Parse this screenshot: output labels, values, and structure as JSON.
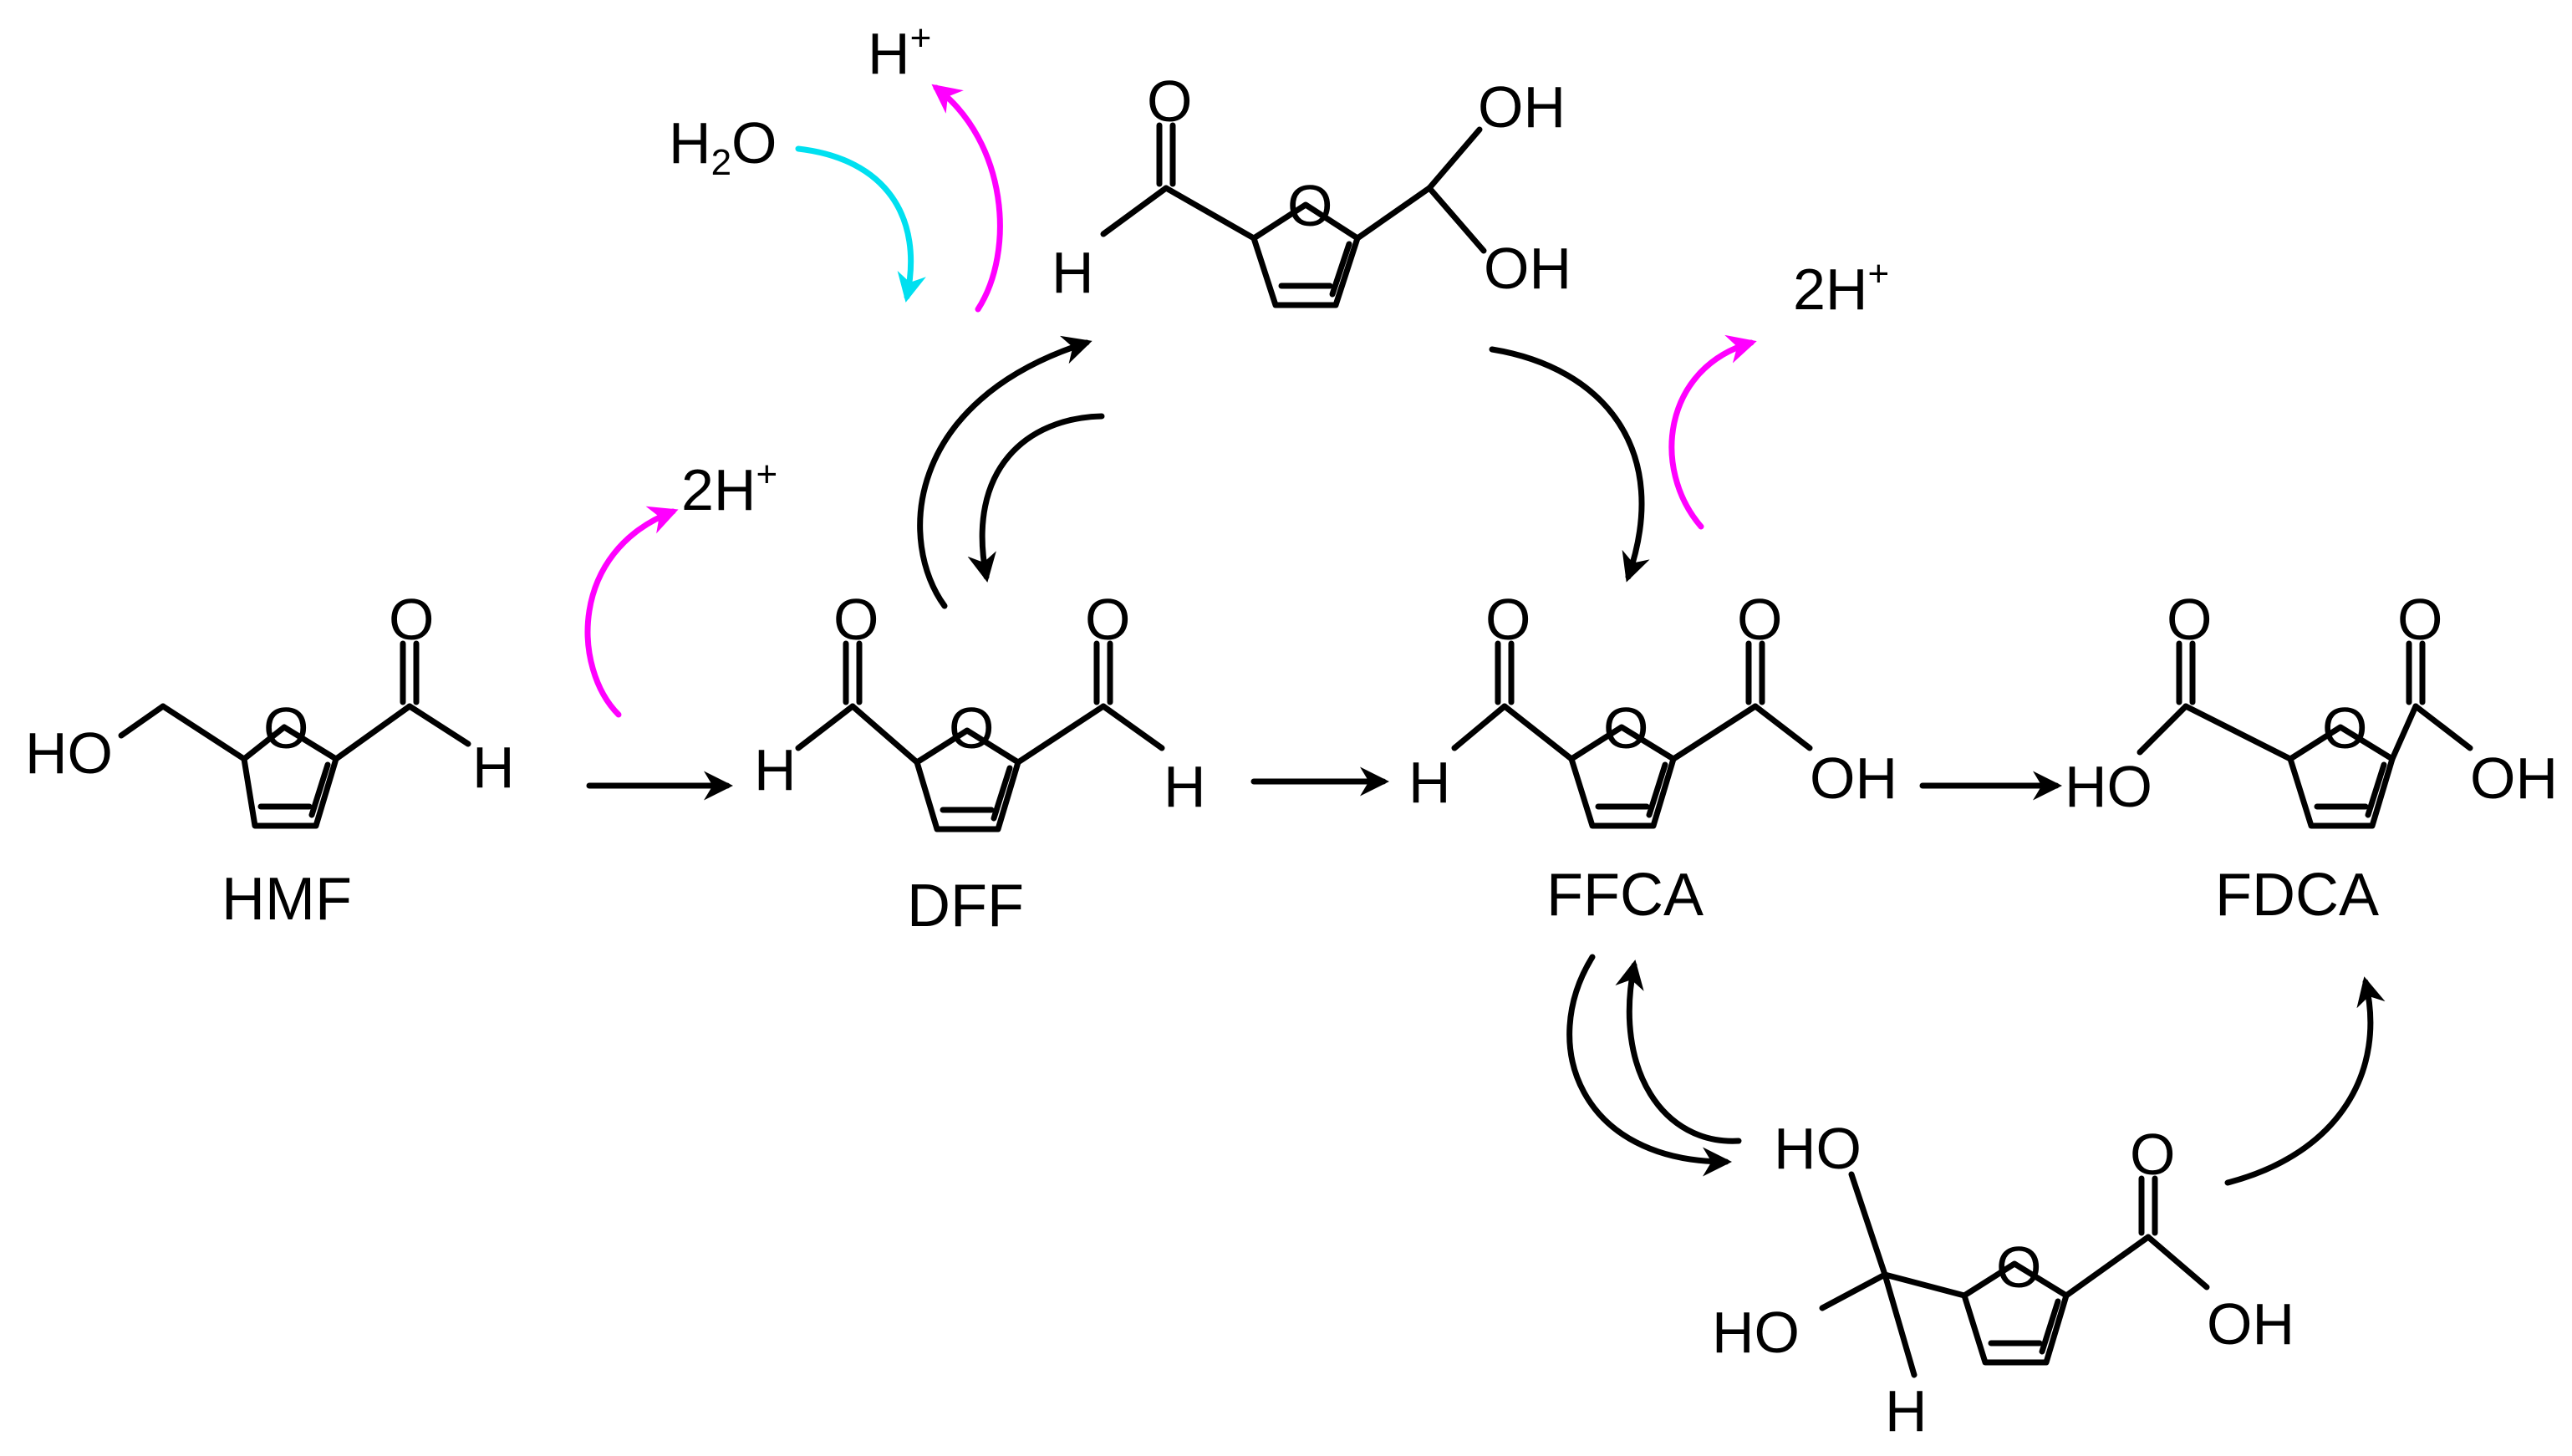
{
  "colors": {
    "proton_arrow": "#ff00ff",
    "water_arrow": "#00e0f0",
    "reaction_arrow": "#000000"
  },
  "compounds": {
    "hmf": {
      "name": "HMF",
      "hydroxyl": "HO",
      "aldehyde_o": "O",
      "aldehyde_h": "H",
      "ring_o": "O"
    },
    "dff": {
      "name": "DFF",
      "left_h": "H",
      "left_o": "O",
      "right_o": "O",
      "right_h": "H",
      "ring_o": "O"
    },
    "ffca": {
      "name": "FFCA",
      "aldehyde_h": "H",
      "aldehyde_o": "O",
      "acid_o": "O",
      "acid_oh": "OH",
      "ring_o": "O"
    },
    "fdca": {
      "name": "FDCA",
      "left_oh": "HO",
      "left_o": "O",
      "right_o": "O",
      "right_oh": "OH",
      "ring_o": "O"
    },
    "gem_diol_top": {
      "aldehyde_o": "O",
      "aldehyde_h": "H",
      "oh_top": "OH",
      "oh_bottom": "OH",
      "ring_o": "O"
    },
    "gem_diol_bottom": {
      "oh_top": "HO",
      "oh_left": "HO",
      "h_bottom": "H",
      "acid_o": "O",
      "acid_oh": "OH",
      "ring_o": "O"
    }
  },
  "species": {
    "water": {
      "base": "H",
      "sub": "2",
      "tail": "O"
    },
    "proton_top": {
      "base": "H",
      "sup": "+"
    },
    "two_proton_left": {
      "base": "2H",
      "sup": "+"
    },
    "two_proton_right": {
      "base": "2H",
      "sup": "+"
    }
  }
}
